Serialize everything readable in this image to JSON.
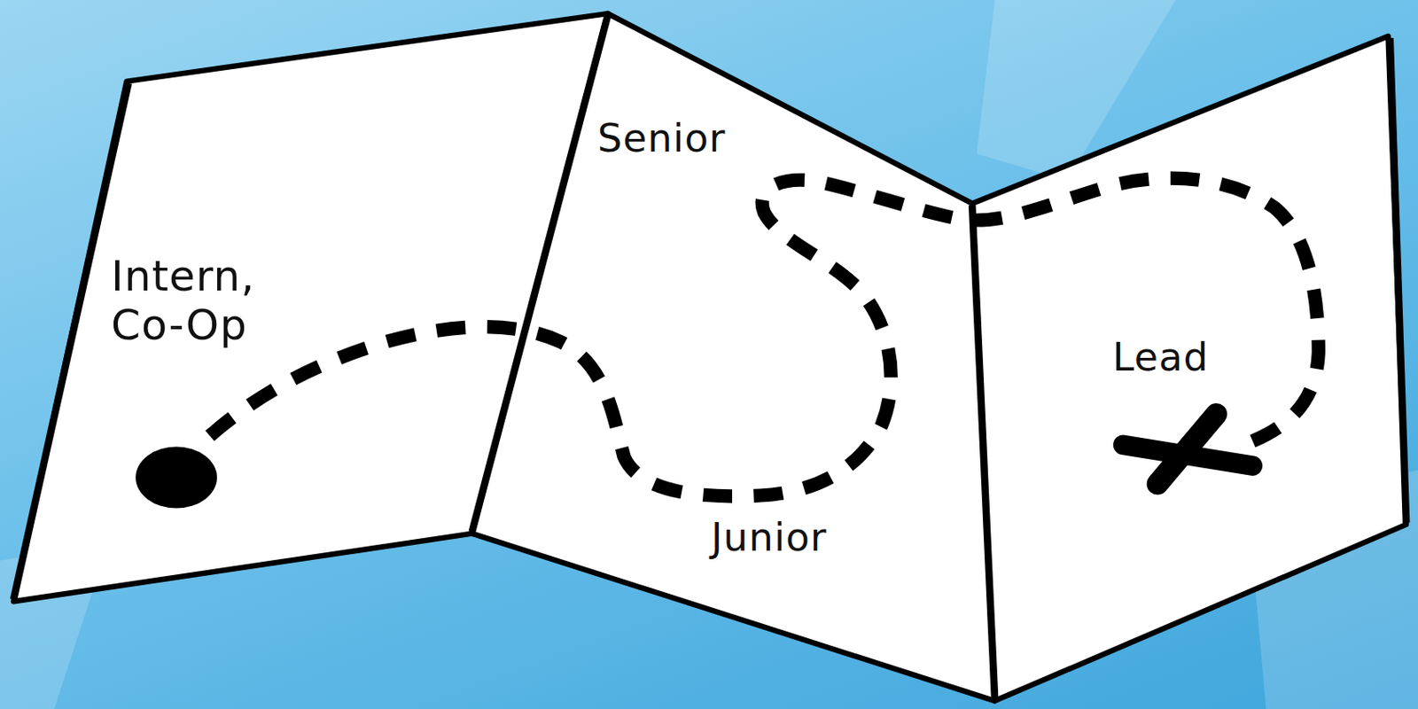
{
  "diagram": {
    "labels": [
      "Intern, Co-Op",
      "Senior",
      "Junior",
      "Lead"
    ]
  }
}
